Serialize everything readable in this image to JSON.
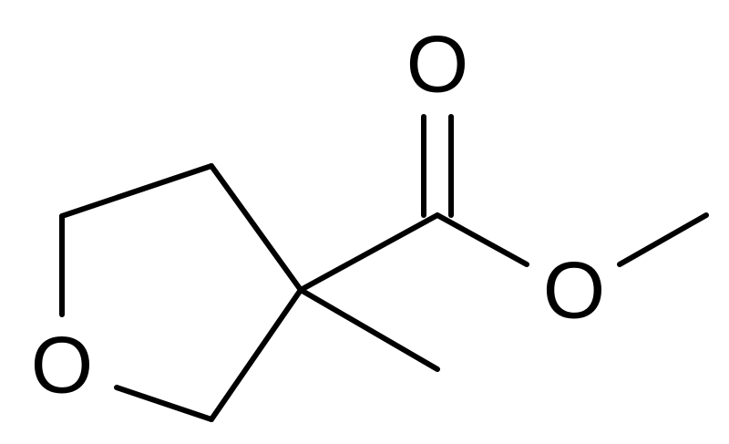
{
  "molecule": {
    "atoms": {
      "ring_oxygen": "O",
      "carbonyl_oxygen": "O",
      "ester_oxygen": "O"
    }
  },
  "colors": {
    "bond": "#000000",
    "label": "#000000",
    "background": "#ffffff"
  }
}
